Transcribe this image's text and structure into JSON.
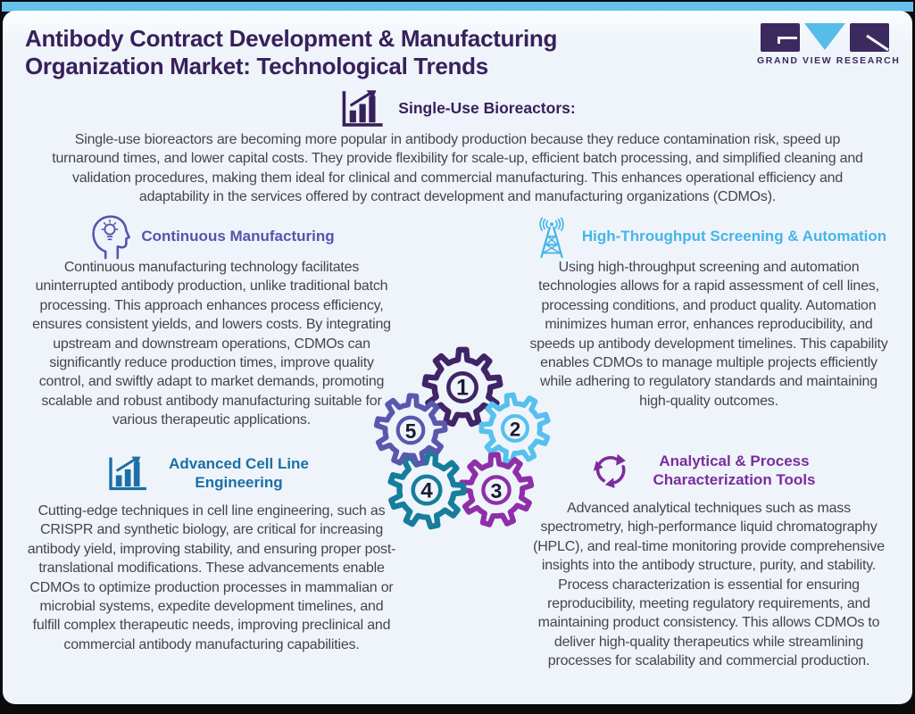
{
  "page": {
    "title": "Antibody Contract Development & Manufacturing Organization Market: Technological Trends"
  },
  "logo": {
    "text": "GRAND VIEW RESEARCH"
  },
  "intro": {
    "heading": "Single-Use Bioreactors:",
    "body": "Single-use bioreactors are becoming more popular in antibody production because they reduce contamination risk, speed up turnaround times, and lower capital costs. They provide flexibility for scale-up, efficient batch processing, and simplified cleaning and validation procedures, making them ideal for clinical and commercial manufacturing. This enhances operational efficiency and adaptability in the services offered by contract development and manufacturing organizations (CDMOs)."
  },
  "sections": [
    {
      "title": "Continuous Manufacturing",
      "icon": "head-lightbulb-icon",
      "color": "#5b51ae",
      "body": "Continuous manufacturing technology facilitates uninterrupted antibody production, unlike traditional batch processing. This approach enhances process efficiency, ensures consistent yields, and lowers costs. By integrating upstream and downstream operations, CDMOs can significantly reduce production times, improve quality control, and swiftly adapt to market demands, promoting scalable and robust antibody manufacturing suitable for various therapeutic applications."
    },
    {
      "title": "High-Throughput Screening & Automation",
      "icon": "radio-tower-icon",
      "color": "#45b5e8",
      "body": "Using high-throughput screening and automation technologies allows for a rapid assessment of cell lines, processing conditions, and product quality. Automation minimizes human error, enhances reproducibility, and speeds up antibody development timelines. This capability enables CDMOs to manage multiple projects efficiently while adhering to regulatory standards and maintaining high-quality outcomes."
    },
    {
      "title": "Advanced Cell Line Engineering",
      "icon": "chart-growth-icon",
      "color": "#1b6fa5",
      "body": "Cutting-edge techniques in cell line engineering, such as CRISPR and synthetic biology, are critical for increasing antibody yield, improving stability, and ensuring proper post-translational modifications. These advancements enable CDMOs to optimize production processes in mammalian or microbial systems, expedite development timelines, and fulfill complex therapeutic needs, improving preclinical and commercial antibody manufacturing capabilities."
    },
    {
      "title": "Analytical & Process Characterization Tools",
      "icon": "cycle-arrows-icon",
      "color": "#7b2d9b",
      "body": "Advanced analytical techniques such as mass spectrometry, high-performance liquid chromatography (HPLC), and real-time monitoring provide comprehensive insights into the antibody structure, purity, and stability. Process characterization is essential for ensuring reproducibility, meeting regulatory requirements, and maintaining product consistency. This allows CDMOs to deliver high-quality therapeutics while streamlining processes for scalability and commercial production."
    }
  ],
  "gears": [
    {
      "number": "1",
      "color": "#3f2566"
    },
    {
      "number": "2",
      "color": "#56c0ee"
    },
    {
      "number": "3",
      "color": "#8e2fa8"
    },
    {
      "number": "4",
      "color": "#177d9c"
    },
    {
      "number": "5",
      "color": "#5a58ad"
    }
  ],
  "colors": {
    "topbar": "#66c0ea",
    "card_background": "#eef4fa",
    "frame": "#0b0b0e",
    "title_text": "#38205c",
    "body_text": "#474350",
    "logo_purple": "#3a2a5e",
    "logo_blue": "#56bde8",
    "gear_number": "#1a1a33"
  }
}
